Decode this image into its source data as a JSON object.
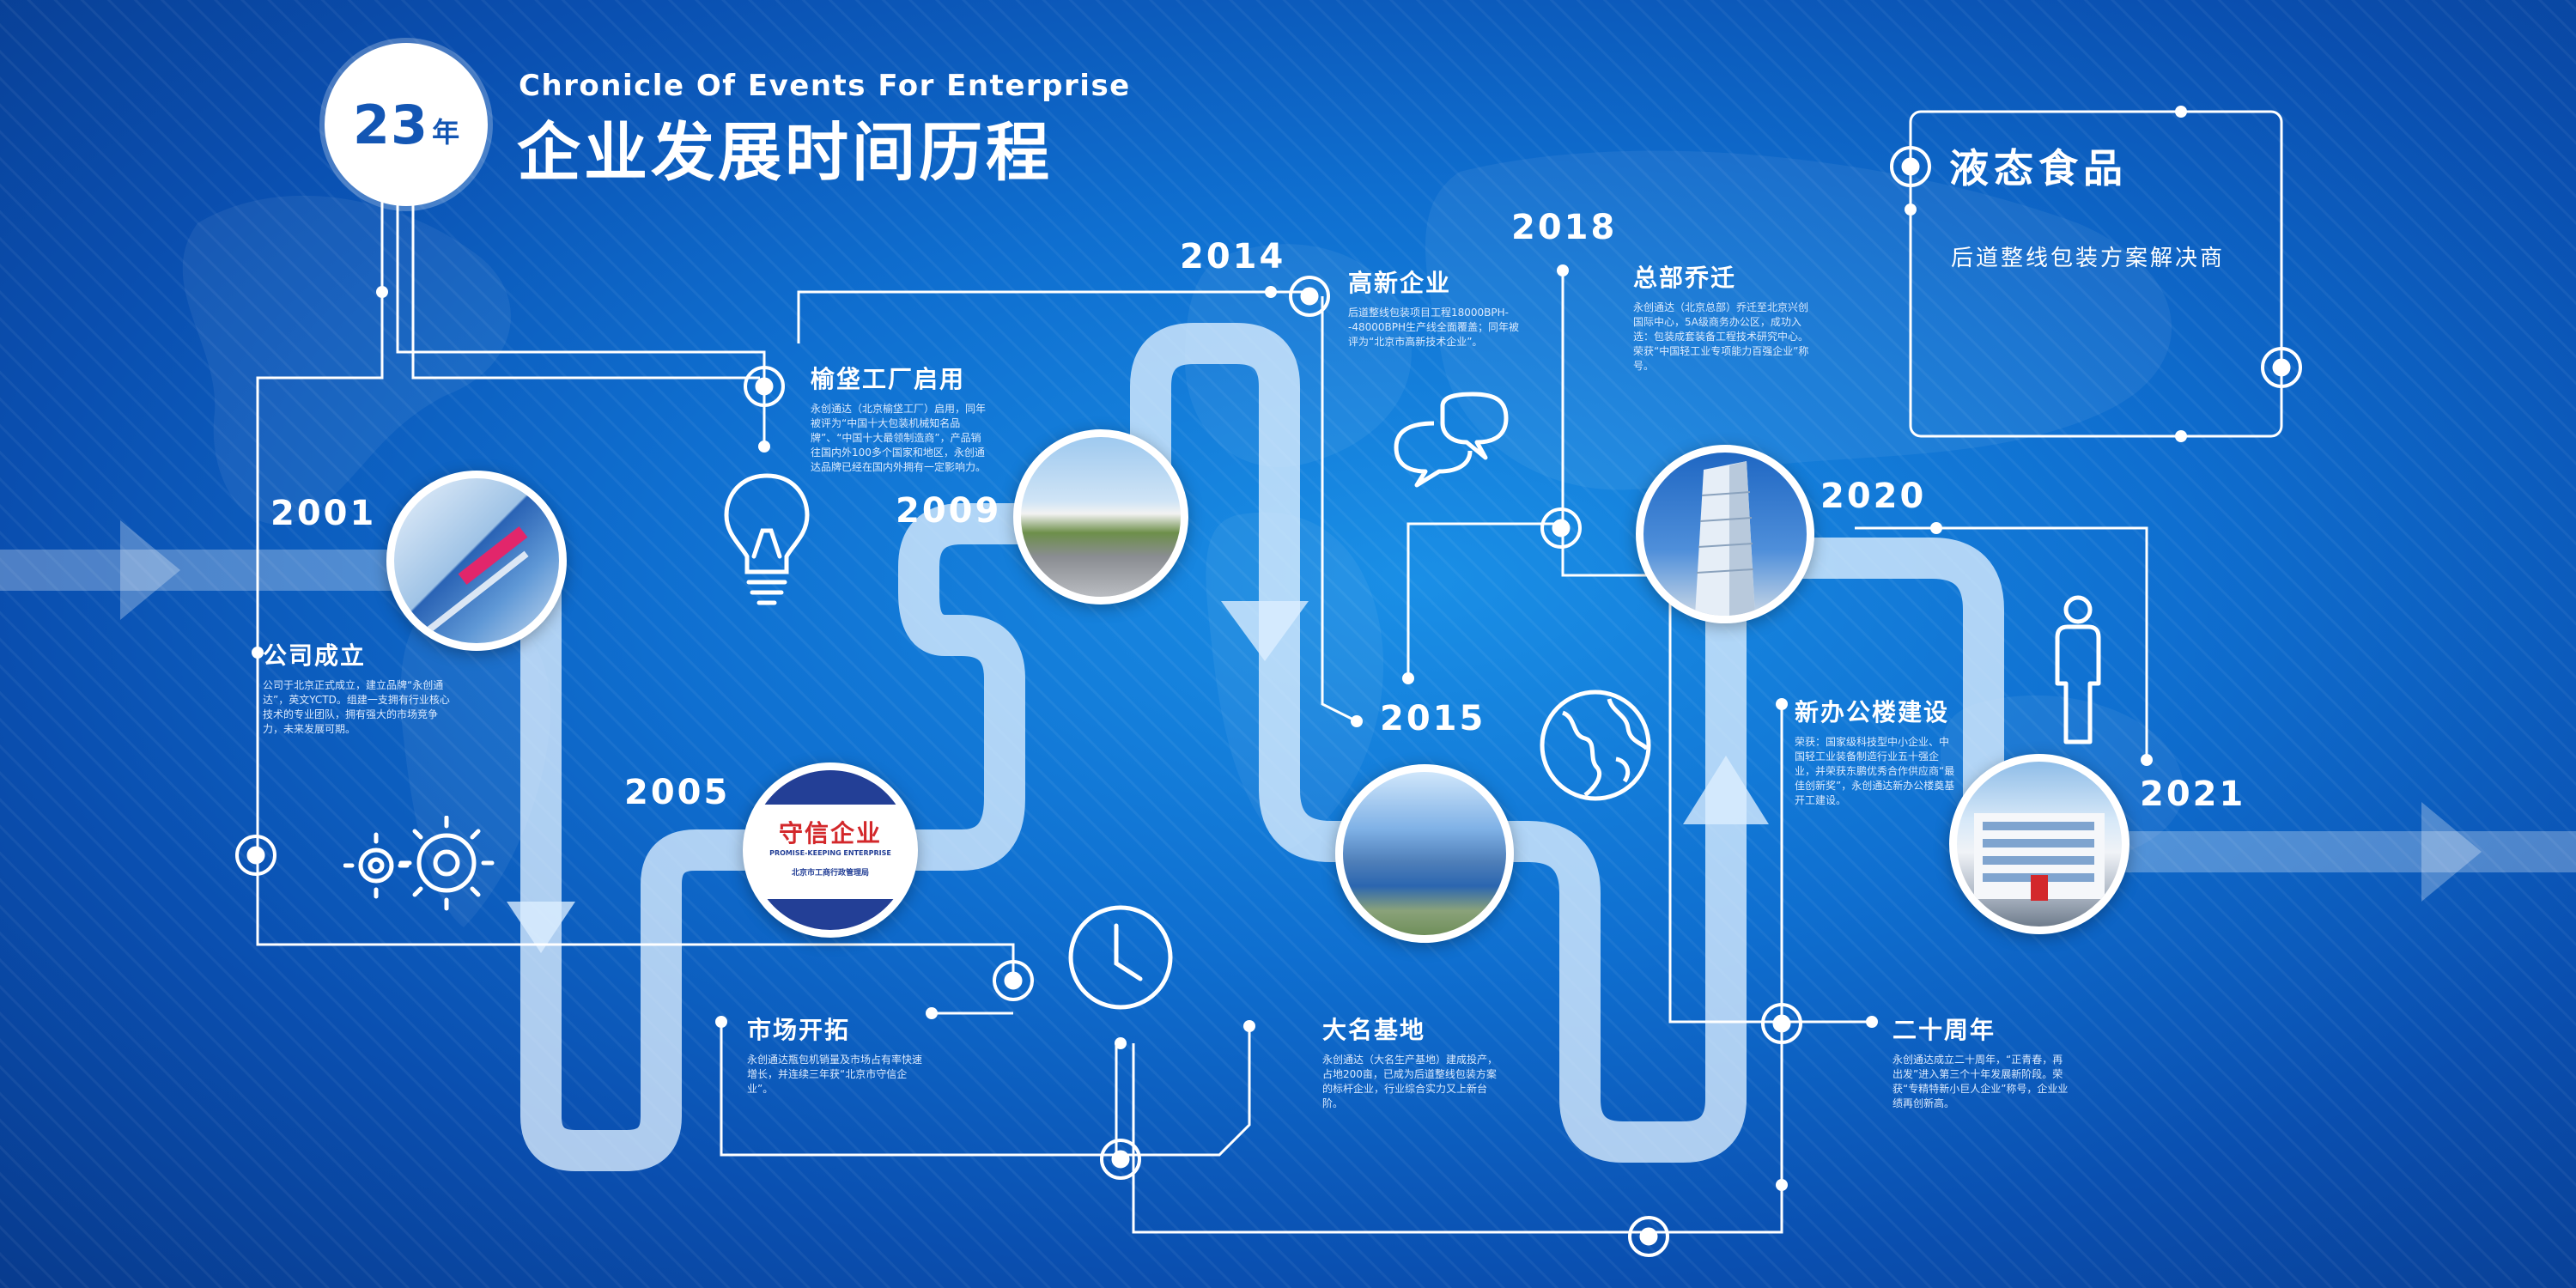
{
  "header": {
    "badge_number": "23",
    "badge_unit": "年",
    "title_en": "Chronicle Of Events For Enterprise",
    "title_cn": "企业发展时间历程"
  },
  "feature_box": {
    "title": "液态食品",
    "subtitle": "后道整线包装方案解决商"
  },
  "logo": {
    "name_cn": "守信企业",
    "name_en": "PROMISE-KEEPING ENTERPRISE",
    "issuer": "北京市工商行政管理局"
  },
  "events": [
    {
      "year": "2001",
      "title": "公司成立",
      "desc": "公司于北京正式成立，建立品牌“永创通达”，英文YCTD。组建一支拥有行业核心技术的专业团队，拥有强大的市场竞争力，未来发展可期。"
    },
    {
      "year": "2005",
      "title": "市场开拓",
      "desc": "永创通达瓶包机销量及市场占有率快速增长，并连续三年获“北京市守信企业”。"
    },
    {
      "year": "2009",
      "title": "榆垡工厂启用",
      "desc": "永创通达（北京榆垡工厂）启用，同年被评为“中国十大包装机械知名品牌”、“中国十大最领制造商”，产品销往国内外100多个国家和地区，永创通达品牌已经在国内外拥有一定影响力。"
    },
    {
      "year": "2014",
      "title": "高新企业",
      "desc": "后道整线包装项目工程18000BPH--48000BPH生产线全面覆盖；同年被评为“北京市高新技术企业”。"
    },
    {
      "year": "2015",
      "title": "大名基地",
      "desc": "永创通达（大名生产基地）建成投产，占地200亩，已成为后道整线包装方案的标杆企业，行业综合实力又上新台阶。"
    },
    {
      "year": "2018",
      "title": "总部乔迁",
      "desc": "永创通达（北京总部）乔迁至北京兴创国际中心，5A级商务办公区，成功入选：包装成套装备工程技术研究中心。荣获“中国轻工业专项能力百强企业”称号。"
    },
    {
      "year": "2020",
      "title": "新办公楼建设",
      "desc": "荣获：国家级科技型中小企业、中国轻工业装备制造行业五十强企业，并荣获东鹏优秀合作供应商“最佳创新奖”，永创通达新办公楼奠基开工建设。"
    },
    {
      "year": "2021",
      "title": "二十周年",
      "desc": "永创通达成立二十周年，“正青春，再出发”进入第三个十年发展新阶段。荣获“专精特新小巨人企业”称号，企业业绩再创新高。"
    }
  ],
  "icons": [
    "gears-icon",
    "lightbulb-icon",
    "clock-icon",
    "chat-bubbles-icon",
    "globe-icon",
    "person-icon"
  ],
  "colors": {
    "bg_dark": "#083b8e",
    "bg_mid": "#0f6fd0",
    "bg_light": "#1a8fe6",
    "path": "#cfe6fb",
    "line": "#ffffff",
    "text_accent": "#1356b4"
  }
}
